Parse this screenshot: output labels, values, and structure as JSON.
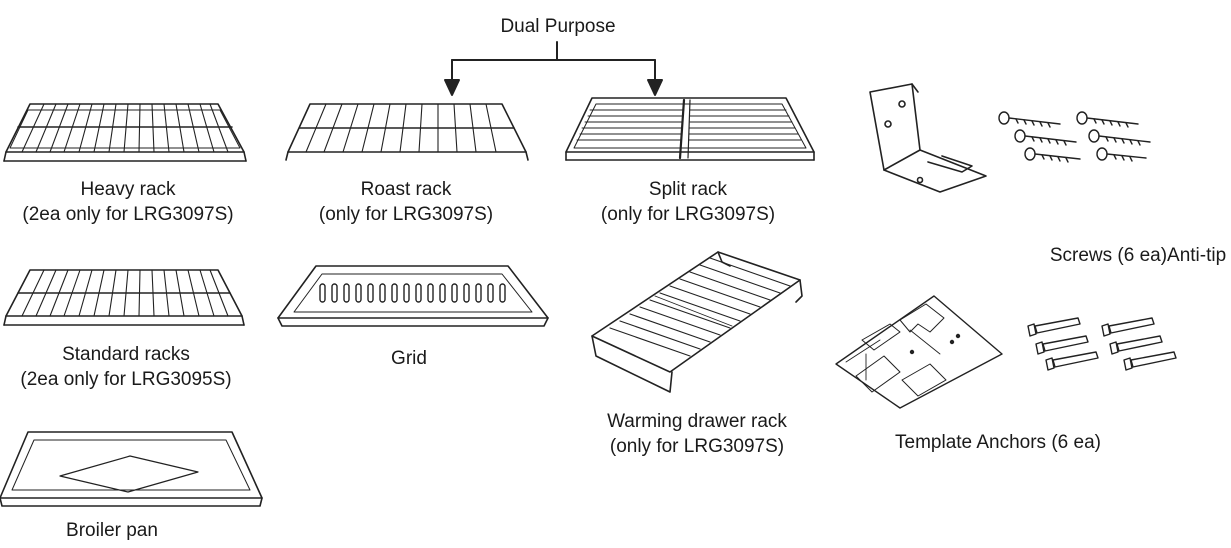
{
  "header": {
    "dual_purpose": "Dual Purpose"
  },
  "items": {
    "heavy_rack": {
      "line1": "Heavy rack",
      "line2": "(2ea only for LRG3097S)"
    },
    "roast_rack": {
      "line1": "Roast rack",
      "line2": "(only for LRG3097S)"
    },
    "split_rack": {
      "line1": "Split rack",
      "line2": "(only for LRG3097S)"
    },
    "standard_racks": {
      "line1": "Standard racks",
      "line2": "(2ea only for LRG3095S)"
    },
    "grid": {
      "line1": "Grid"
    },
    "warming_rack": {
      "line1": "Warming drawer rack",
      "line2": "(only for LRG3097S)"
    },
    "screws": {
      "line1": "Screws (6 ea)Anti-tip"
    },
    "template": {
      "line1": "Template Anchors (6 ea)"
    },
    "broiler_pan": {
      "line1": "Broiler pan"
    }
  }
}
